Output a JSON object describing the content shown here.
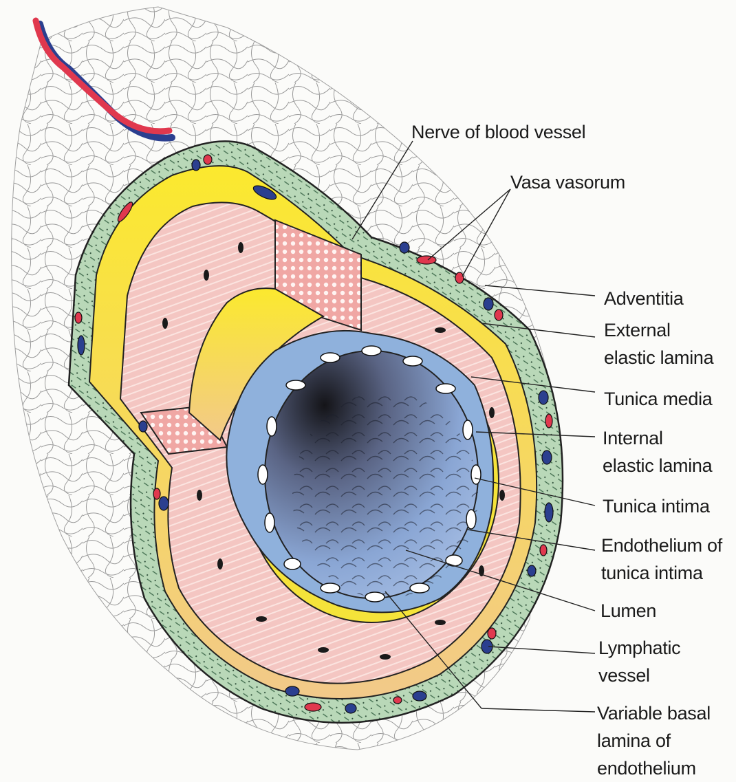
{
  "labels": {
    "nerve": "Nerve of blood vessel",
    "vasa": "Vasa vasorum",
    "adventitia": "Adventitia",
    "external_1": "External",
    "external_2": "elastic lamina",
    "media": "Tunica media",
    "internal_1": "Internal",
    "internal_2": "elastic lamina",
    "intima": "Tunica intima",
    "endothelium_1": "Endothelium of",
    "endothelium_2": "tunica intima",
    "lumen": "Lumen",
    "lymphatic_1": "Lymphatic",
    "lymphatic_2": "vessel",
    "basal_1": "Variable basal",
    "basal_2": "lamina of",
    "basal_3": "endothelium"
  },
  "colors": {
    "adventitia": "#b9d8b8",
    "adventitia_dark": "#7fb08c",
    "elastic_lamina": "#f5e33a",
    "media": "#f4c6c2",
    "intima": "#8fb1dc",
    "lumen_dark": "#1e1e24",
    "lumen_light": "#8aa6d4",
    "artery": "#e0384e",
    "vein": "#2b3f8f",
    "outline": "#222222"
  }
}
